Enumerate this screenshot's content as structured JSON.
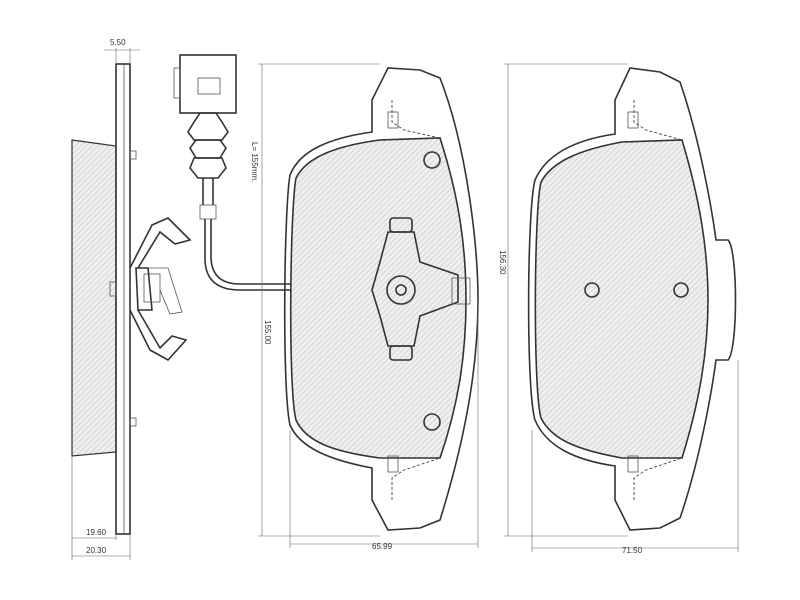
{
  "dimensions": {
    "backplate_thickness": "5.50",
    "sensor_length": "L= 155mm.",
    "pad_height": "155.00",
    "pad_height_outer": "156.30",
    "pad_width": "65.99",
    "pad_width_outer": "71.50",
    "thickness_a": "19.60",
    "thickness_b": "20.30"
  },
  "colors": {
    "line": "#333333",
    "hatch_bg": "#efefef",
    "hatch_line": "#bdbdbd"
  }
}
